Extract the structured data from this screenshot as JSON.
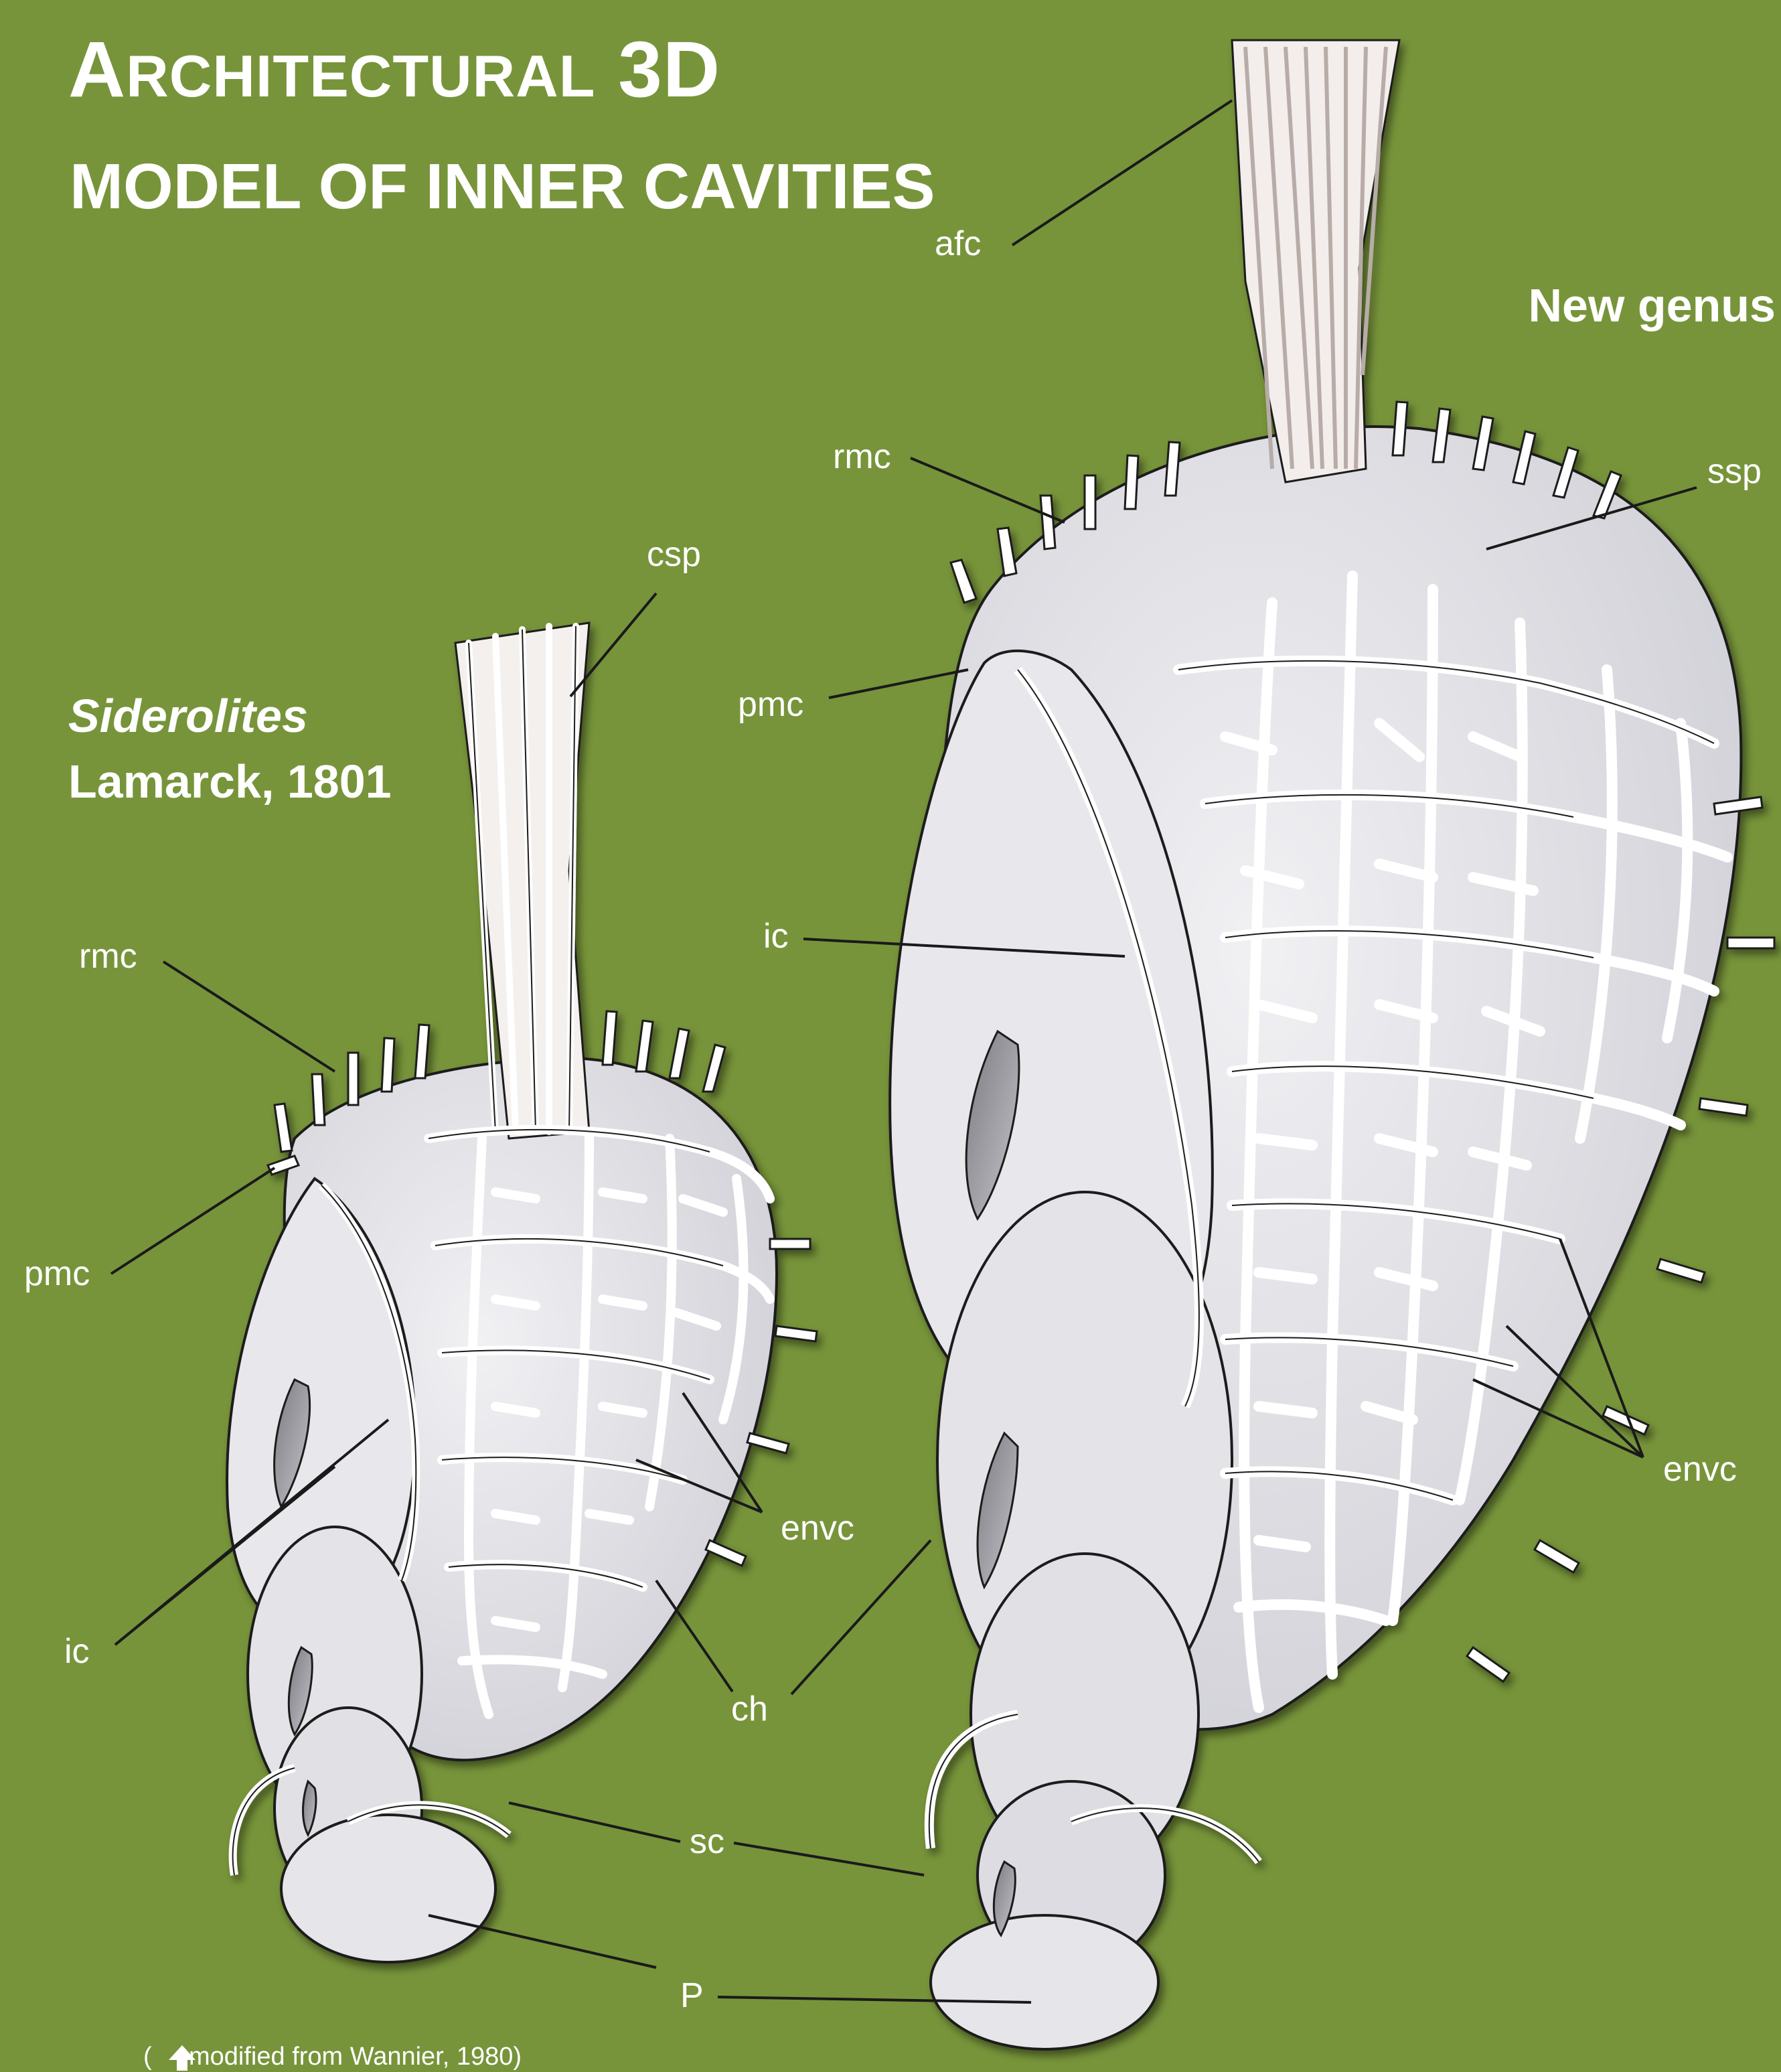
{
  "title": {
    "first_letter": "A",
    "rest": "RCHITECTURAL",
    "suffix": "3D",
    "line2": "MODEL OF INNER CAVITIES"
  },
  "specimens": {
    "new_genus": {
      "name": "New genus"
    },
    "siderolites": {
      "name": "Siderolites",
      "author": "Lamarck, 1801"
    }
  },
  "labels": {
    "afc": "afc",
    "rmc": "rmc",
    "ssp": "ssp",
    "csp": "csp",
    "pmc": "pmc",
    "ic": "ic",
    "envc": "envc",
    "ch": "ch",
    "sc": "sc",
    "p": "P"
  },
  "credit": {
    "arrow_icon": "up-arrow-icon",
    "text": "modified from Wannier, 1980)",
    "open_paren": "("
  },
  "colors": {
    "background": "#77943a",
    "chamber_fill": "#e6e6ea",
    "canal_stroke": "#ffffff",
    "outline": "#1a1a1a",
    "text": "#ffffff"
  }
}
